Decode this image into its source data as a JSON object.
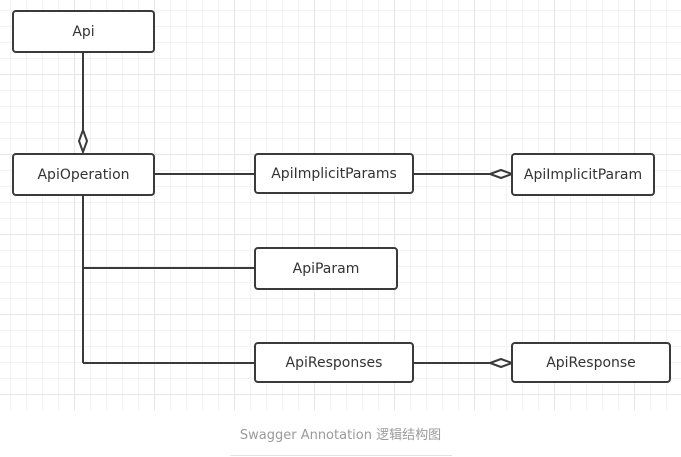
{
  "nodes": {
    "api": "Api",
    "api_operation": "ApiOperation",
    "api_implicit_params": "ApiImplicitParams",
    "api_implicit_param": "ApiImplicitParam",
    "api_param": "ApiParam",
    "api_responses": "ApiResponses",
    "api_response": "ApiResponse"
  },
  "caption": "Swagger Annotation 逻辑结构图"
}
